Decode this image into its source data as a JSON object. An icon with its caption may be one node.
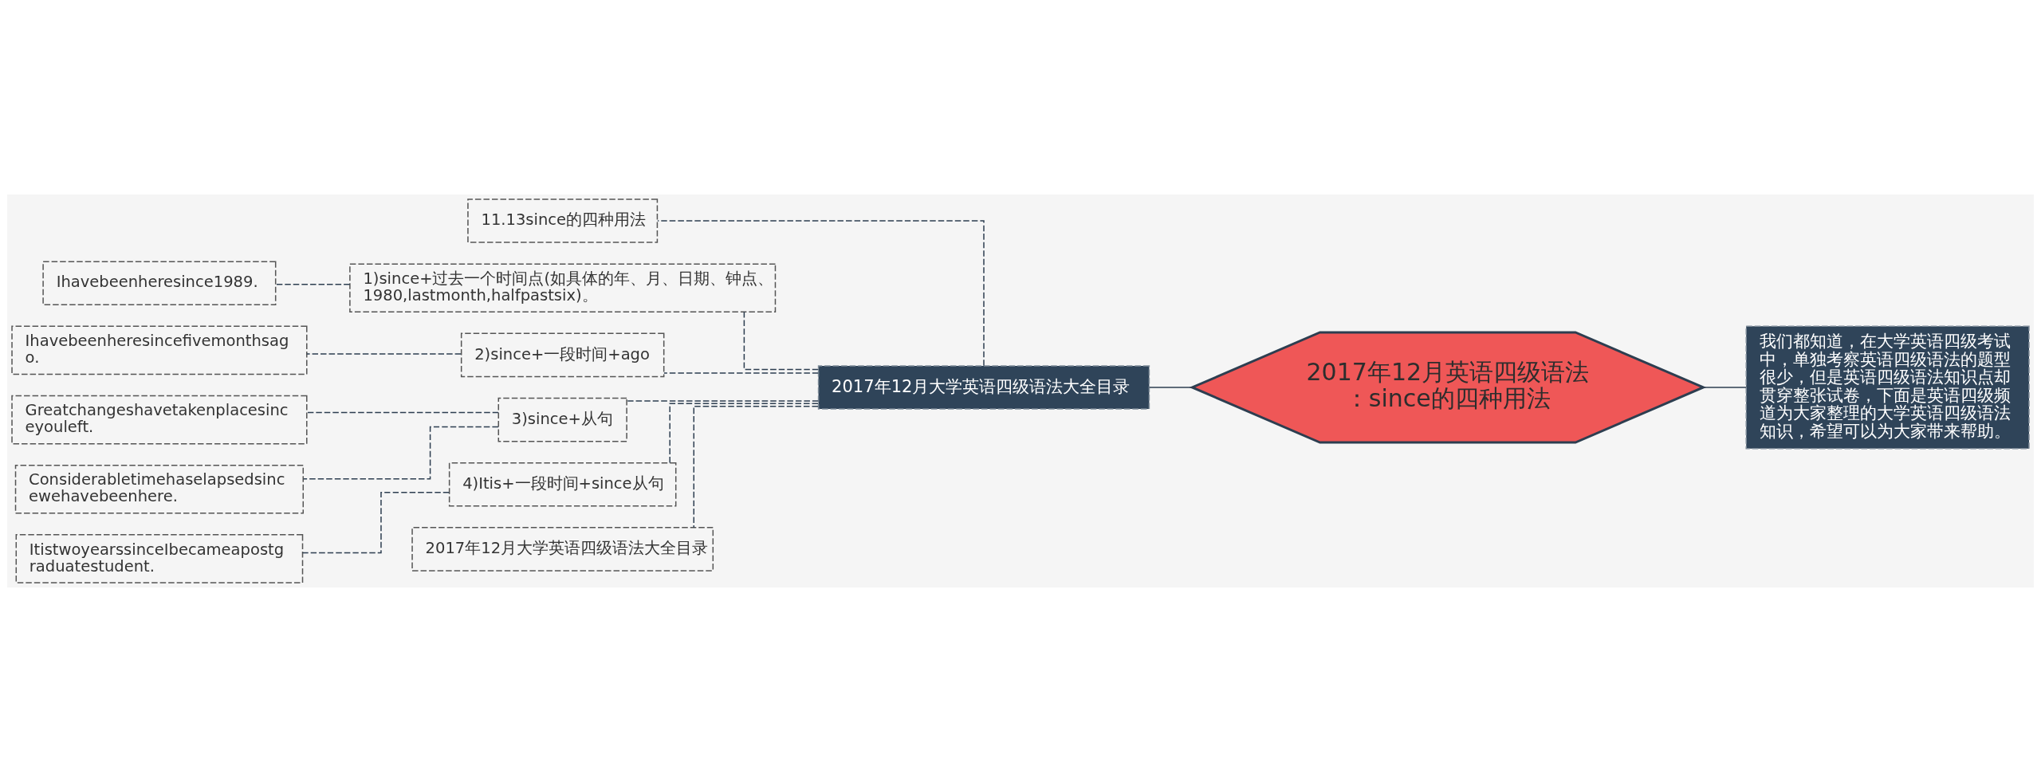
{
  "diagram": {
    "nodes": [
      {
        "text": [
          "2017年12月英语四级语法：since的四种用法"
        ]
      },
      {
        "text": [
          "我们都知道，在大学英语四级考试中，单独考察英语四级语法的题型很少，但是英语四级语法知识点却贯穿整张试卷，下面是英语四级频道为大家整理的大学英语四级语法知识，希望可以为大家带来帮助。"
        ]
      },
      {
        "text": [
          "2017年12月大学英语四级语法大全目录"
        ]
      },
      {
        "text": [
          "11.13since的四种用法"
        ]
      },
      {
        "text": [
          "1)since+过去一个时间点(如具体的年、月、日期、钟点、1980,lastmonth,halfpastsix)。"
        ]
      },
      {
        "text": [
          "Ihavebeenheresince1989."
        ]
      },
      {
        "text": [
          "2)since+一段时间+ago"
        ]
      },
      {
        "text": [
          "Ihavebeenheresincefivemonthsago."
        ]
      },
      {
        "text": [
          "3)since+从句"
        ]
      },
      {
        "text": [
          "Greatchangeshavetakenplacesinceyouleft."
        ]
      },
      {
        "text": [
          "Considerabletimehaselapsedsincewehavebeenhere."
        ]
      },
      {
        "text": [
          "4)Itis+一段时间+since从句"
        ]
      },
      {
        "text": [
          "ItistwoyearssinceIbecameapostgraduatestudent."
        ]
      },
      {
        "text": [
          "2017年12月大学英语四级语法大全目录"
        ]
      }
    ],
    "edges": [
      {
        "from": 0,
        "to": 1,
        "arrow": "none"
      },
      {
        "from": 0,
        "to": 2,
        "arrow": "none"
      },
      {
        "from": 2,
        "to": 3,
        "arrow": "none",
        "style": "dashed"
      },
      {
        "from": 2,
        "to": 4,
        "arrow": "none",
        "style": "dashed"
      },
      {
        "from": 4,
        "to": 5,
        "arrow": "none",
        "style": "dashed"
      },
      {
        "from": 2,
        "to": 6,
        "arrow": "none",
        "style": "dashed"
      },
      {
        "from": 6,
        "to": 7,
        "arrow": "none",
        "style": "dashed"
      },
      {
        "from": 2,
        "to": 8,
        "arrow": "none",
        "style": "dashed"
      },
      {
        "from": 8,
        "to": 9,
        "arrow": "none",
        "style": "dashed"
      },
      {
        "from": 8,
        "to": 10,
        "arrow": "none",
        "style": "dashed"
      },
      {
        "from": 2,
        "to": 11,
        "arrow": "none",
        "style": "dashed"
      },
      {
        "from": 11,
        "to": 12,
        "arrow": "none",
        "style": "dashed"
      },
      {
        "from": 2,
        "to": 13,
        "arrow": "none",
        "style": "dashed"
      }
    ]
  }
}
